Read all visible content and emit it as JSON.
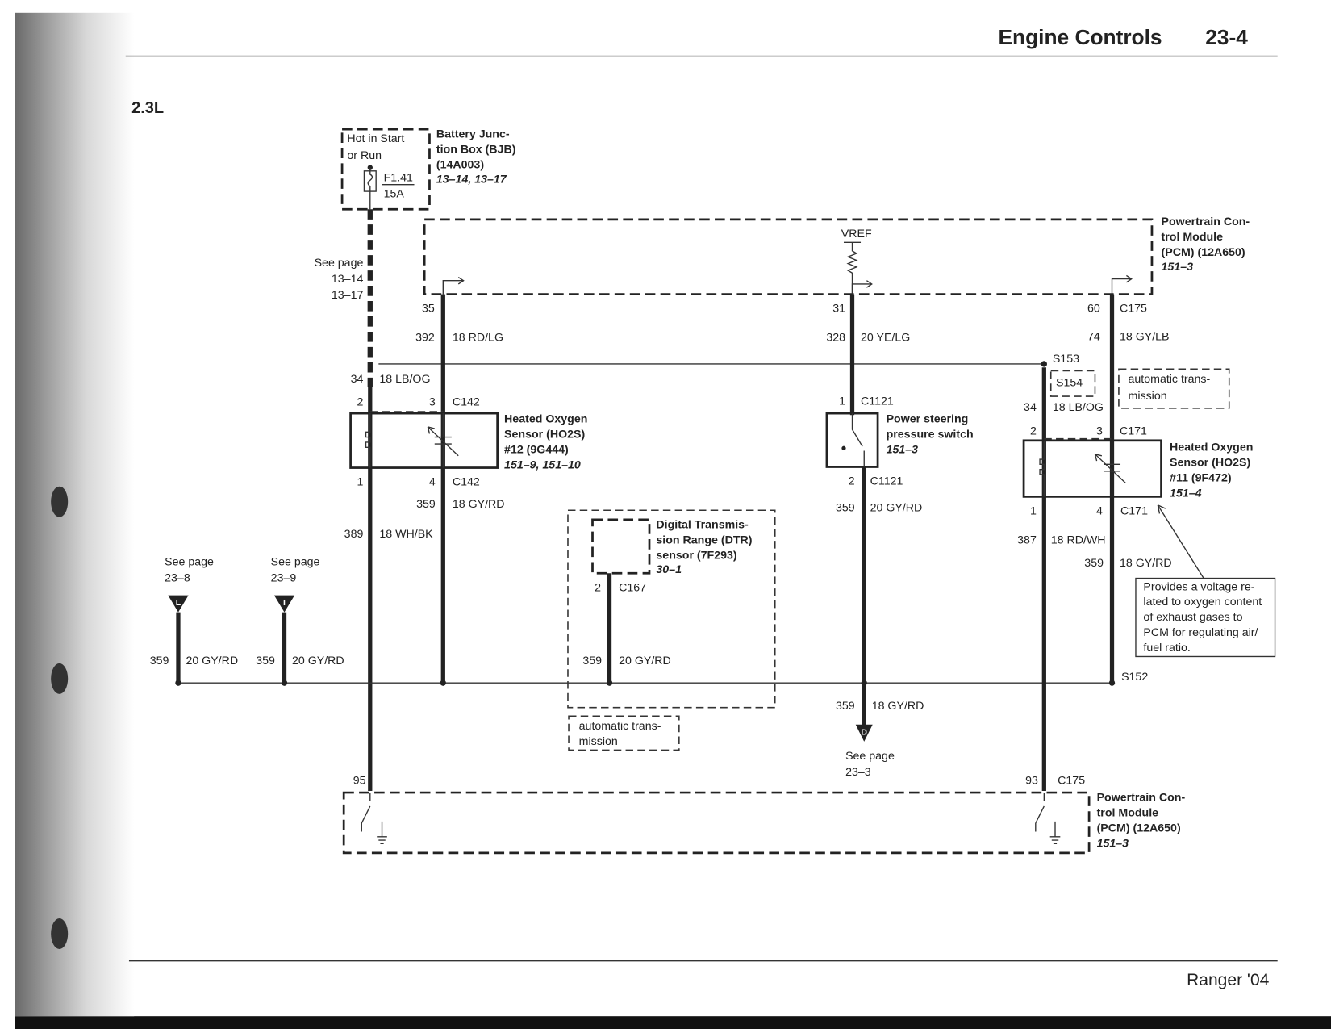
{
  "header": {
    "title": "Engine Controls",
    "page": "23-4",
    "engine": "2.3L"
  },
  "footer": {
    "model": "Ranger '04"
  },
  "bjb": {
    "l1": "Hot in Start",
    "l2": "or Run",
    "fuse": "F1.41",
    "amps": "15A",
    "name1": "Battery Junc-",
    "name2": "tion Box (BJB)",
    "part": "(14A003)",
    "ref": "13–14, 13–17"
  },
  "bjb_ref": {
    "see": "See page",
    "p1": "13–14",
    "p2": "13–17"
  },
  "pcm_top": {
    "n1": "Powertrain Con-",
    "n2": "trol Module",
    "n3": "(PCM) (12A650)",
    "ref": "151–3",
    "vref": "VREF"
  },
  "ho2s12": {
    "pin35": "35",
    "c392": "392",
    "w392": "18 RD/LG",
    "c34": "34",
    "w34": "18 LB/OG",
    "p2": "2",
    "p3": "3",
    "conn": "C142",
    "n1": "Heated Oxygen",
    "n2": "Sensor (HO2S)",
    "n3": "#12 (9G444)",
    "ref": "151–9, 151–10",
    "p1": "1",
    "p4": "4",
    "conn2": "C142",
    "c359": "359",
    "w359": "18 GY/RD",
    "c389": "389",
    "w389": "18 WH/BK"
  },
  "left": {
    "see1": "See page",
    "pg1": "23–8",
    "tag1": "L",
    "c1": "359",
    "w1": "20 GY/RD",
    "see2": "See page",
    "pg2": "23–9",
    "tag2": "I",
    "c2": "359",
    "w2": "20 GY/RD"
  },
  "dtr": {
    "n1": "Digital Transmis-",
    "n2": "sion Range (DTR)",
    "n3": "sensor (7F293)",
    "ref": "30–1",
    "pin": "2",
    "conn": "C167",
    "c": "359",
    "w": "20 GY/RD",
    "note1": "automatic trans-",
    "note2": "mission"
  },
  "psps": {
    "pin31": "31",
    "c328": "328",
    "w328": "20 YE/LG",
    "p1": "1",
    "conn": "C1121",
    "n1": "Power steering",
    "n2": "pressure switch",
    "ref": "151–3",
    "p2": "2",
    "conn2": "C1121",
    "c359": "359",
    "w359": "20 GY/RD",
    "c359b": "359",
    "w359b": "18 GY/RD",
    "tag": "D",
    "see": "See page",
    "pg": "23–3"
  },
  "ho2s11": {
    "pin60": "60",
    "c175": "C175",
    "c74": "74",
    "w74": "18 GY/LB",
    "s153": "S153",
    "s154": "S154",
    "c34": "34",
    "w34": "18 LB/OG",
    "note1": "automatic trans-",
    "note2": "mission",
    "p2": "2",
    "p3": "3",
    "conn": "C171",
    "n1": "Heated Oxygen",
    "n2": "Sensor (HO2S)",
    "n3": "#11 (9F472)",
    "ref": "151–4",
    "p1": "1",
    "p4": "4",
    "conn2": "C171",
    "c387": "387",
    "w387": "18 RD/WH",
    "c359": "359",
    "w359": "18 GY/RD",
    "s152": "S152"
  },
  "callout": {
    "l1": "Provides a voltage re-",
    "l2": "lated to oxygen content",
    "l3": "of exhaust gases to",
    "l4": "PCM for regulating air/",
    "l5": "fuel ratio."
  },
  "pcm_bottom": {
    "pin95": "95",
    "pin93": "93",
    "conn": "C175",
    "n1": "Powertrain Con-",
    "n2": "trol Module",
    "n3": "(PCM) (12A650)",
    "ref": "151–3"
  }
}
